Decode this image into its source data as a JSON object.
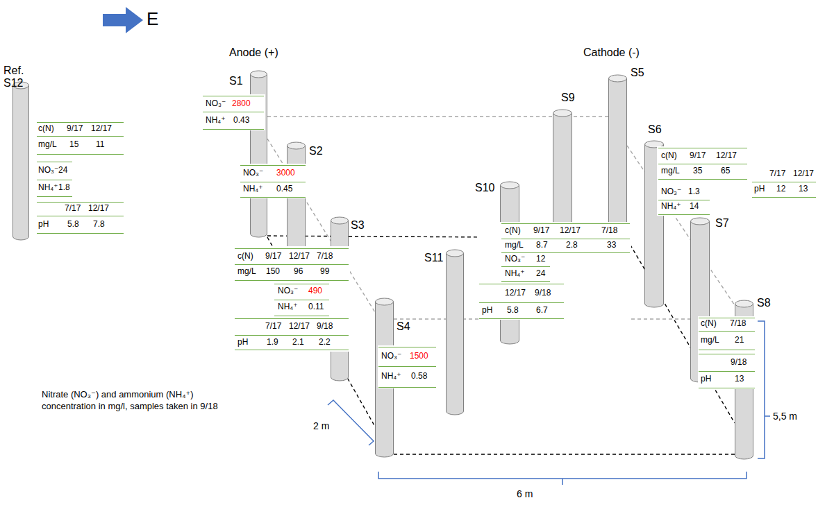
{
  "diagram": {
    "nodes": [
      {
        "text": [
          "Ref. S12"
        ]
      },
      {
        "text": [
          "S1"
        ]
      },
      {
        "text": [
          "S2"
        ]
      },
      {
        "text": [
          "S3"
        ]
      },
      {
        "text": [
          "S4"
        ]
      },
      {
        "text": [
          "S11"
        ]
      },
      {
        "text": [
          "S10"
        ]
      },
      {
        "text": [
          "S9"
        ]
      },
      {
        "text": [
          "S5"
        ]
      },
      {
        "text": [
          "S6"
        ]
      },
      {
        "text": [
          "S7"
        ]
      },
      {
        "text": [
          "S8"
        ]
      }
    ],
    "edges": [
      {
        "from": 1,
        "to": 8,
        "arrow": "none"
      },
      {
        "from": 1,
        "to": 8,
        "arrow": "none"
      },
      {
        "from": 1,
        "to": 4,
        "arrow": "none"
      },
      {
        "from": 1,
        "to": 4,
        "arrow": "none"
      },
      {
        "from": 4,
        "to": 11,
        "arrow": "none"
      },
      {
        "from": 4,
        "to": 11,
        "arrow": "none"
      },
      {
        "from": 8,
        "to": 11,
        "arrow": "none"
      },
      {
        "from": 8,
        "to": 11,
        "arrow": "none"
      }
    ],
    "labels": [
      "E",
      "Anode (+)",
      "Cathode (-)",
      "c(N)",
      "9/17",
      "12/17",
      "mg/L",
      "15",
      "11",
      "NO₃⁻",
      "24",
      "NH₄⁺",
      "1.8",
      "7/17",
      "12/17",
      "pH",
      "5.8",
      "7.8",
      "NO₃⁻",
      "2800",
      "NH₄⁺",
      "0.43",
      "NO₃⁻",
      "3000",
      "NH₄⁺",
      "0.45",
      "c(N)",
      "9/17",
      "12/17",
      "7/18",
      "mg/L",
      "150",
      "96",
      "99",
      "NO₃⁻",
      "490",
      "NH₄⁺",
      "0.11",
      "7/17",
      "12/17",
      "9/18",
      "pH",
      "1.9",
      "2.1",
      "2.2",
      "NO₃⁻",
      "1500",
      "NH₄⁺",
      "0.58",
      "Nitrate (NO₃⁻) and ammonium (NH₄⁺) concentration in mg/l, samples taken in 9/18",
      "2 m",
      "c(N)",
      "9/17",
      "12/17",
      "7/18",
      "mg/L",
      "8.7",
      "2.8",
      "33",
      "NO₃⁻",
      "12",
      "NH₄⁺",
      "24",
      "12/17",
      "9/18",
      "pH",
      "5.8",
      "6.7",
      "c(N)",
      "9/17",
      "12/17",
      "mg/L",
      "35",
      "65",
      "NO₃⁻",
      "1.3",
      "NH₄⁺",
      "14",
      "7/17",
      "12/17",
      "pH",
      "12",
      "13",
      "c(N)",
      "7/18",
      "mg/L",
      "21",
      "9/18",
      "pH",
      "13",
      "5,5 m",
      "6 m"
    ]
  }
}
